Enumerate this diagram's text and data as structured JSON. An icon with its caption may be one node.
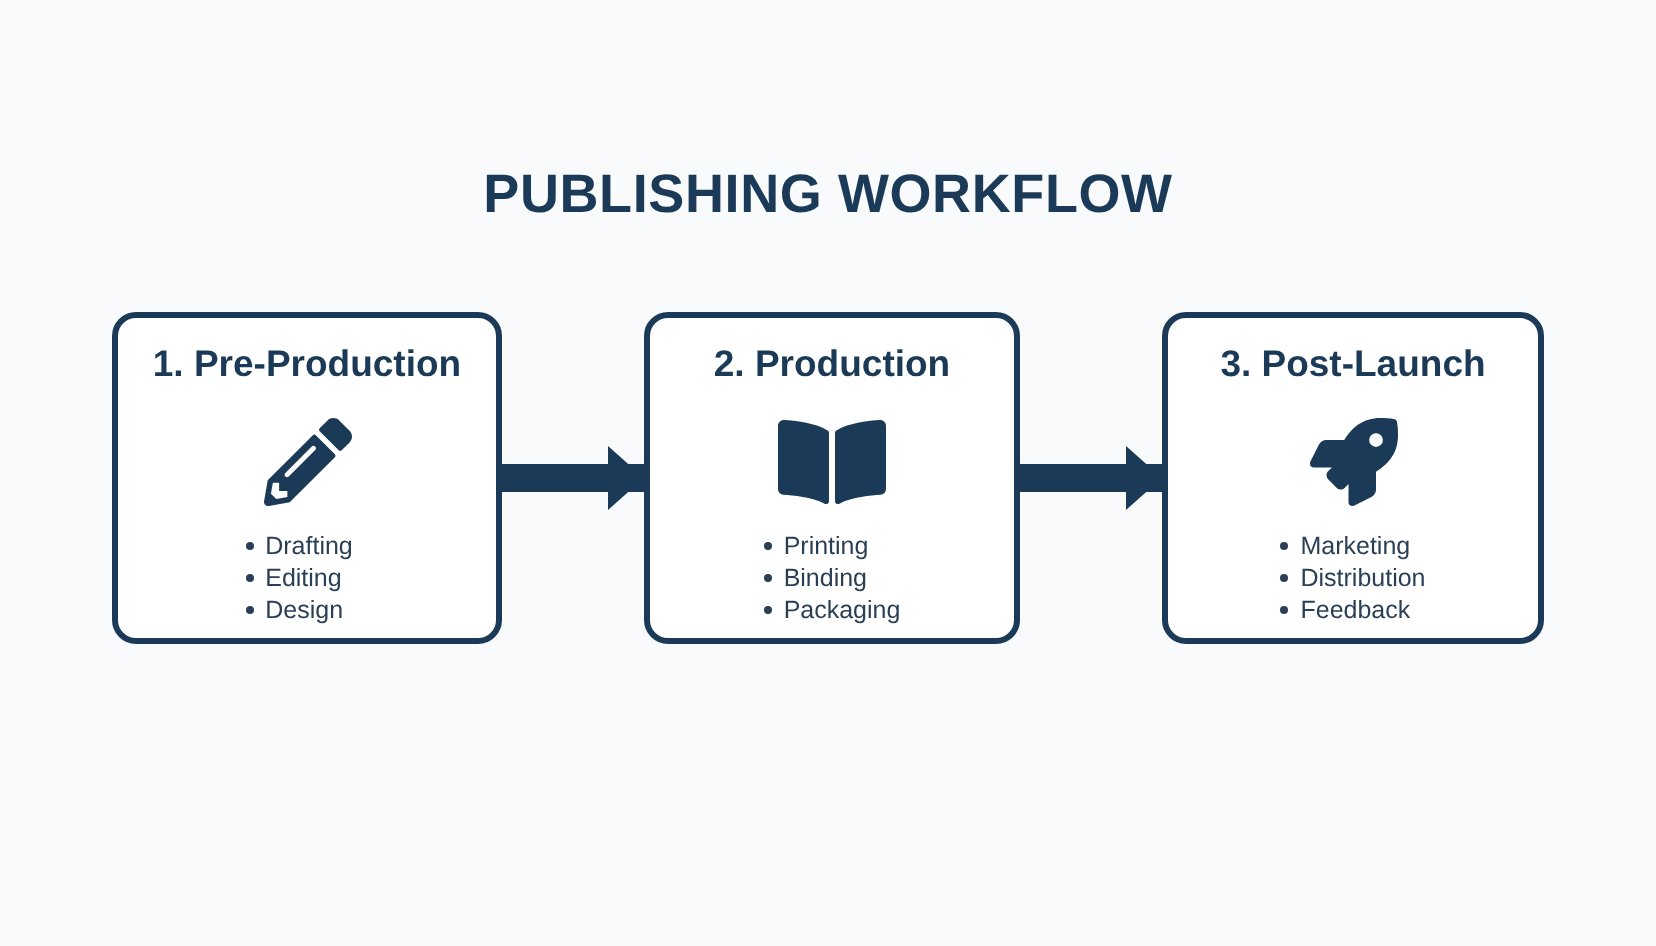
{
  "diagram": {
    "title": "PUBLISHING WORKFLOW",
    "nodes": [
      {
        "text": [
          "1. Pre-Production",
          "Drafting",
          "Editing",
          "Design"
        ]
      },
      {
        "text": [
          "2. Production",
          "Printing",
          "Binding",
          "Packaging"
        ]
      },
      {
        "text": [
          "3. Post-Launch",
          "Marketing",
          "Distribution",
          "Feedback"
        ]
      }
    ],
    "edges": [
      {
        "from": 0,
        "to": 1,
        "arrow": "to"
      },
      {
        "from": 1,
        "to": 2,
        "arrow": "to"
      }
    ]
  }
}
